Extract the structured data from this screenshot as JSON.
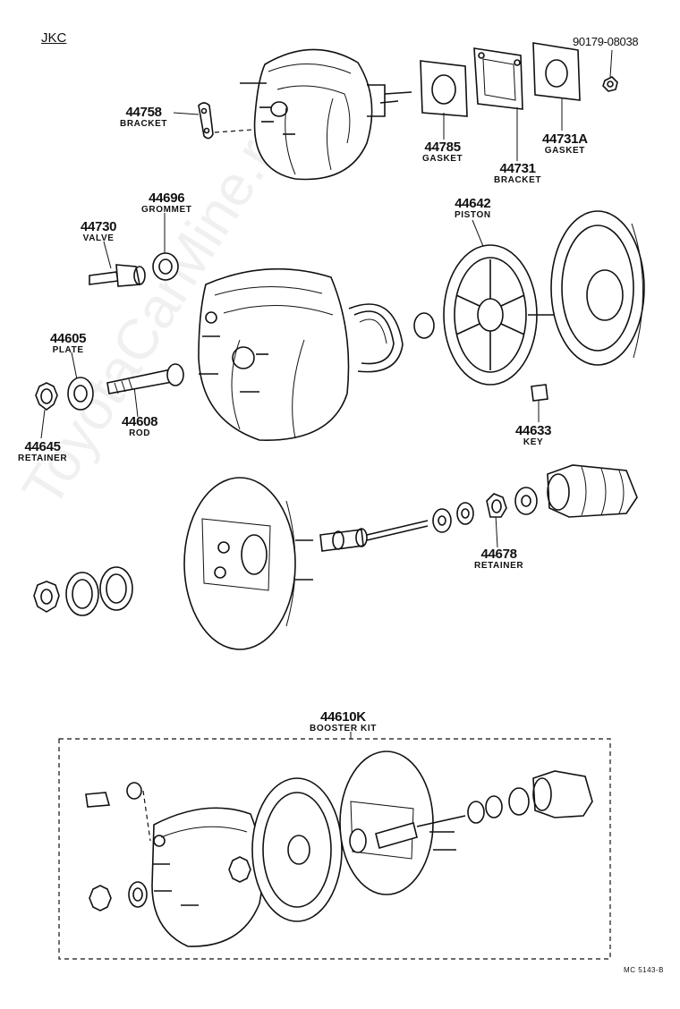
{
  "header": "JKC",
  "watermark": "ToyotaCarMine.ru",
  "ref_code": "MC 5143-B",
  "parts": {
    "p90179": {
      "number": "90179-08038"
    },
    "p44758": {
      "number": "44758",
      "name": "BRACKET"
    },
    "p44785": {
      "number": "44785",
      "name": "GASKET"
    },
    "p44731": {
      "number": "44731",
      "name": "BRACKET"
    },
    "p44731a": {
      "number": "44731A",
      "name": "GASKET"
    },
    "p44696": {
      "number": "44696",
      "name": "GROMMET"
    },
    "p44730": {
      "number": "44730",
      "name": "VALVE"
    },
    "p44642": {
      "number": "44642",
      "name": "PISTON"
    },
    "p44605": {
      "number": "44605",
      "name": "PLATE"
    },
    "p44608": {
      "number": "44608",
      "name": "ROD"
    },
    "p44633": {
      "number": "44633",
      "name": "KEY"
    },
    "p44645": {
      "number": "44645",
      "name": "RETAINER"
    },
    "p44678": {
      "number": "44678",
      "name": "RETAINER"
    },
    "p44610k": {
      "number": "44610K",
      "name": "BOOSTER KIT"
    }
  }
}
